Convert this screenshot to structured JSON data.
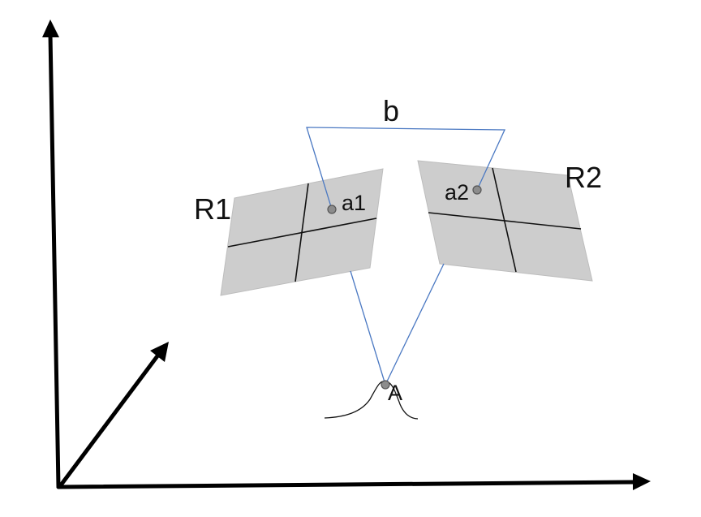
{
  "labels": {
    "baseline": "b",
    "plane_left": "R1",
    "plane_right": "R2",
    "point_left": "a1",
    "point_right": "a2",
    "object_point": "A"
  },
  "colors": {
    "axes": "#000000",
    "planes": "#cdcdcd",
    "plane_grid": "#111111",
    "rays": "#4a78c2",
    "points": "#8c8c8c"
  }
}
